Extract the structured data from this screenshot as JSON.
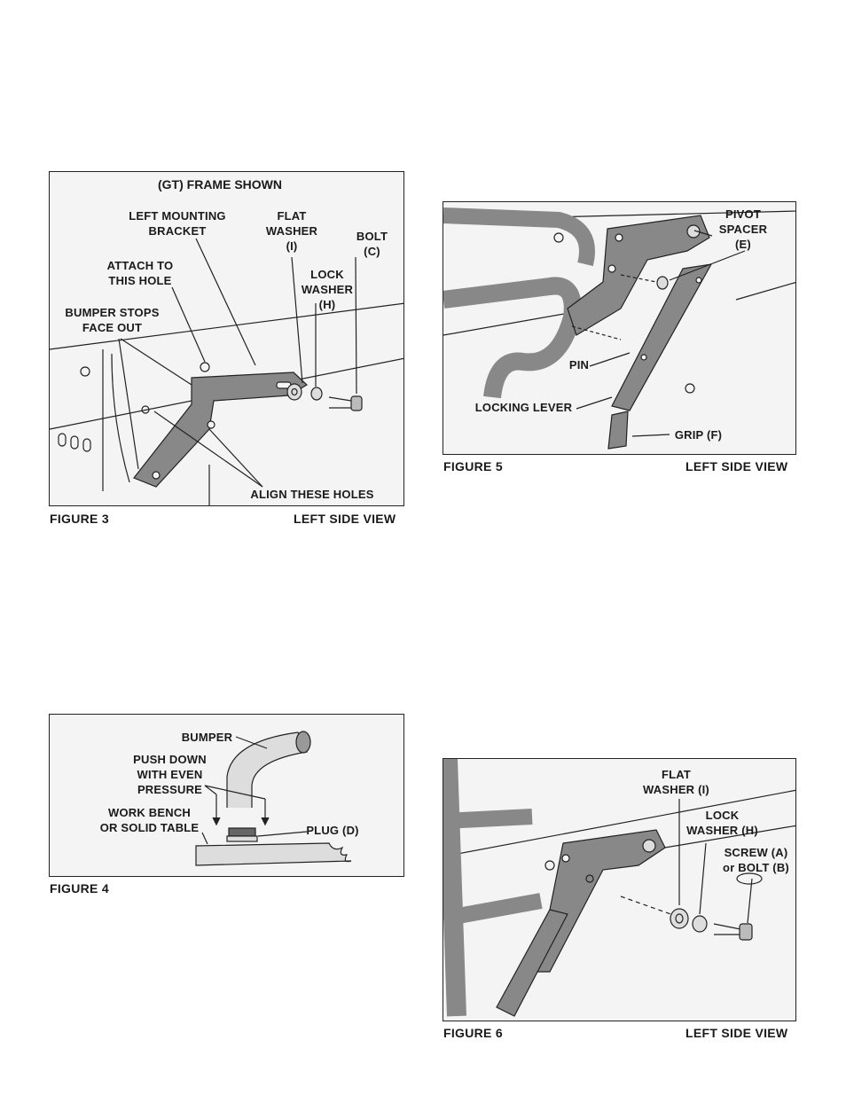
{
  "figure3": {
    "title": "(GT) FRAME SHOWN",
    "labels": {
      "left_mounting_bracket": "LEFT MOUNTING\nBRACKET",
      "flat_washer": "FLAT\nWASHER\n(I)",
      "bolt": "BOLT\n(C)",
      "attach_hole": "ATTACH TO\nTHIS HOLE",
      "lock_washer": "LOCK\nWASHER\n(H)",
      "bumper_stops": "BUMPER STOPS\nFACE OUT",
      "align_holes": "ALIGN THESE HOLES"
    },
    "caption_left": "FIGURE 3",
    "caption_right": "LEFT SIDE VIEW"
  },
  "figure4": {
    "labels": {
      "bumper": "BUMPER",
      "push_down": "PUSH DOWN\nWITH EVEN\nPRESSURE",
      "work_bench": "WORK BENCH\nOR SOLID TABLE",
      "plug": "PLUG (D)"
    },
    "caption_left": "FIGURE 4"
  },
  "figure5": {
    "labels": {
      "pivot_spacer": "PIVOT\nSPACER\n(E)",
      "pin": "PIN",
      "locking_lever": "LOCKING LEVER",
      "grip": "GRIP (F)"
    },
    "caption_left": "FIGURE 5",
    "caption_right": "LEFT SIDE VIEW"
  },
  "figure6": {
    "labels": {
      "flat_washer": "FLAT\nWASHER (I)",
      "lock_washer": "LOCK\nWASHER (H)",
      "screw_bolt": "SCREW (A)\nor BOLT (B)"
    },
    "caption_left": "FIGURE 6",
    "caption_right": "LEFT SIDE VIEW"
  }
}
